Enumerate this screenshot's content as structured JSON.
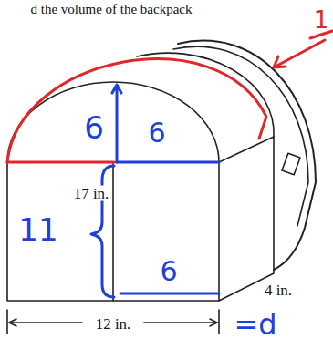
{
  "diagram": {
    "labels": [
      "d the volume of the backpack",
      "1",
      "6",
      "6",
      "17 in.",
      "11",
      "6",
      "4 in.",
      "12 in.",
      "=d"
    ]
  }
}
